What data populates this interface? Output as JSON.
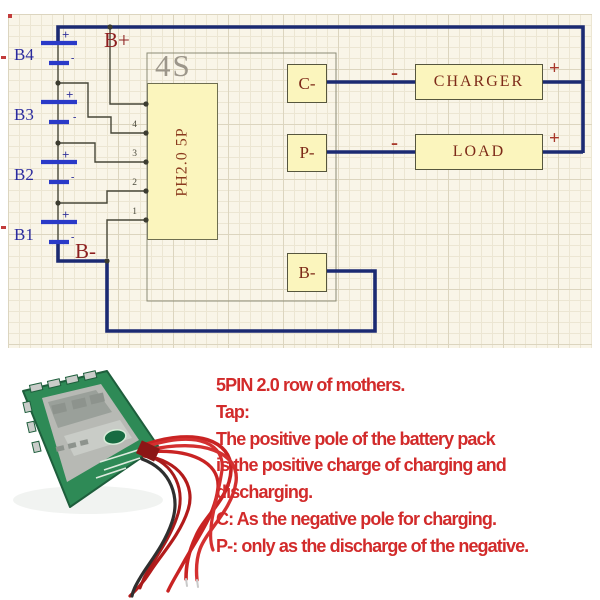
{
  "schematic": {
    "rails": {
      "b_plus": "B+",
      "b_minus": "B-"
    },
    "batteries": [
      "B4",
      "B3",
      "B2",
      "B1"
    ],
    "polarity": {
      "plus": "+",
      "minus": "-"
    },
    "connector": {
      "size_label": "4S",
      "name": "PH2.0 5P",
      "pins": [
        "4",
        "3",
        "2",
        "1"
      ]
    },
    "terminals": {
      "charge_neg": "C-",
      "discharge_neg": "P-",
      "battery_neg": "B-"
    },
    "devices": {
      "charger": "CHARGER",
      "load": "LOAD"
    },
    "colors": {
      "sheet_bg": "#f9f5e8",
      "grid_minor": "#ece6d3",
      "grid_major": "#dcd5bf",
      "rail_wire": "#1b2a72",
      "signal_wire": "#474738",
      "battery_plate": "#2a3ac8",
      "box_fill": "#fbf5bd",
      "box_text": "#7d2a18",
      "red_label": "#8c1e1e"
    }
  },
  "caption": {
    "color": "#d22b2b",
    "lines": [
      "5PIN 2.0 row of mothers.",
      "Tap:",
      "The positive pole of the battery pack",
      "is the positive charge of charging and",
      "discharging.",
      "C: As the negative pole for charging.",
      "P-: only as the discharge of the negative."
    ]
  },
  "photo": {
    "board_green": "#2e8a56",
    "wire_red": "#c92323"
  }
}
